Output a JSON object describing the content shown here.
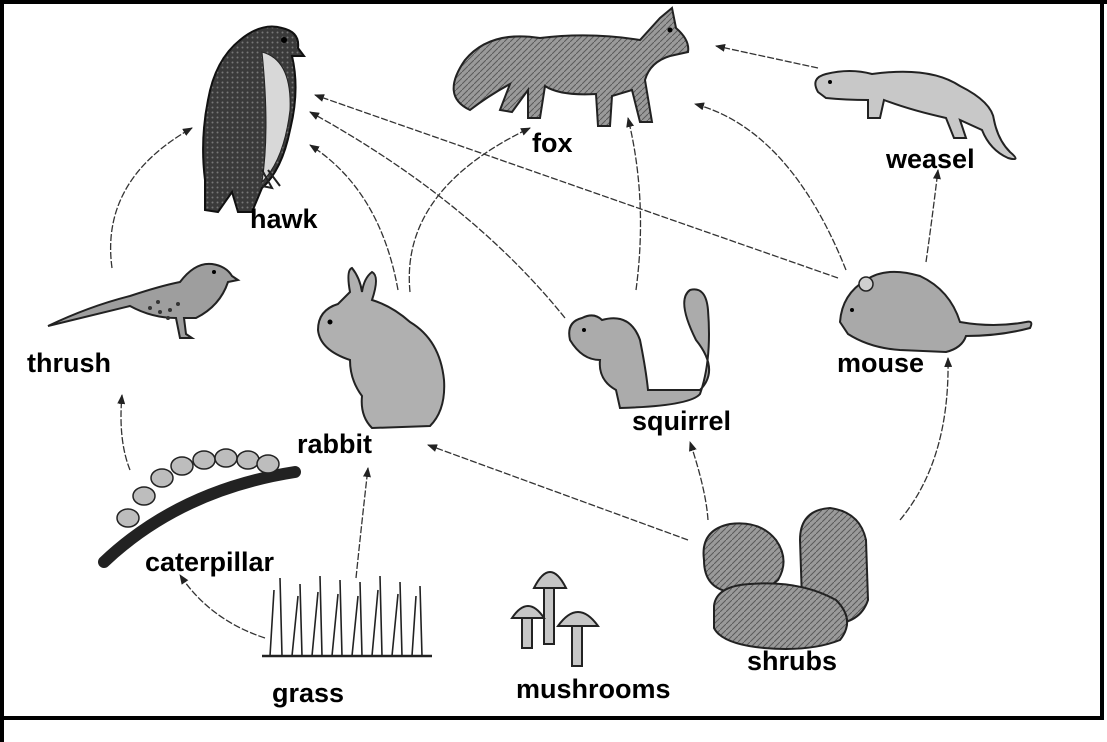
{
  "organisms": {
    "hawk": "hawk",
    "fox": "fox",
    "weasel": "weasel",
    "thrush": "thrush",
    "rabbit": "rabbit",
    "squirrel": "squirrel",
    "mouse": "mouse",
    "caterpillar": "caterpillar",
    "grass": "grass",
    "mushrooms": "mushrooms",
    "shrubs": "shrubs"
  },
  "links": [
    {
      "from": "thrush",
      "to": "hawk"
    },
    {
      "from": "rabbit",
      "to": "hawk"
    },
    {
      "from": "squirrel",
      "to": "hawk"
    },
    {
      "from": "mouse",
      "to": "hawk"
    },
    {
      "from": "rabbit",
      "to": "fox"
    },
    {
      "from": "squirrel",
      "to": "fox"
    },
    {
      "from": "mouse",
      "to": "fox"
    },
    {
      "from": "weasel",
      "to": "fox"
    },
    {
      "from": "mouse",
      "to": "weasel"
    },
    {
      "from": "caterpillar",
      "to": "thrush"
    },
    {
      "from": "grass",
      "to": "caterpillar"
    },
    {
      "from": "grass",
      "to": "rabbit"
    },
    {
      "from": "shrubs",
      "to": "rabbit"
    },
    {
      "from": "shrubs",
      "to": "squirrel"
    },
    {
      "from": "shrubs",
      "to": "mouse"
    }
  ]
}
